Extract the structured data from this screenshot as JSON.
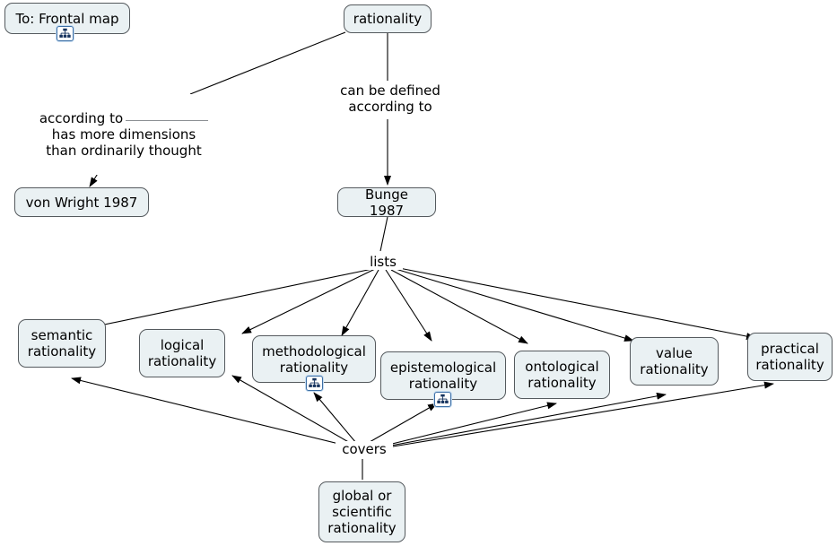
{
  "map": {
    "title": "rationality concept map",
    "node_fill": "#eaf1f3",
    "node_border": "#555a5e",
    "edge_color": "#000000",
    "badge_border": "#3b6ea5"
  },
  "nodes": {
    "frontal_link": "To: Frontal map",
    "rationality": "rationality",
    "von_wright": "von Wright 1987",
    "bunge": "Bunge 1987",
    "semantic": "semantic\nrationality",
    "logical": "logical\nrationality",
    "methodological": "methodological\nrationality",
    "epistemological": "epistemological\nrationality",
    "ontological": "ontological\nrationality",
    "value": "value\nrationality",
    "practical": "practical\nrationality",
    "global": "global or\nscientific\nrationality"
  },
  "links": {
    "according_to_pre": "according to",
    "according_to_rest": "has more dimensions\nthan ordinarily thought",
    "can_be_defined": "can be defined\naccording to",
    "lists": "lists",
    "covers": "covers"
  },
  "icons": {
    "badge": "concept-map-icon"
  }
}
